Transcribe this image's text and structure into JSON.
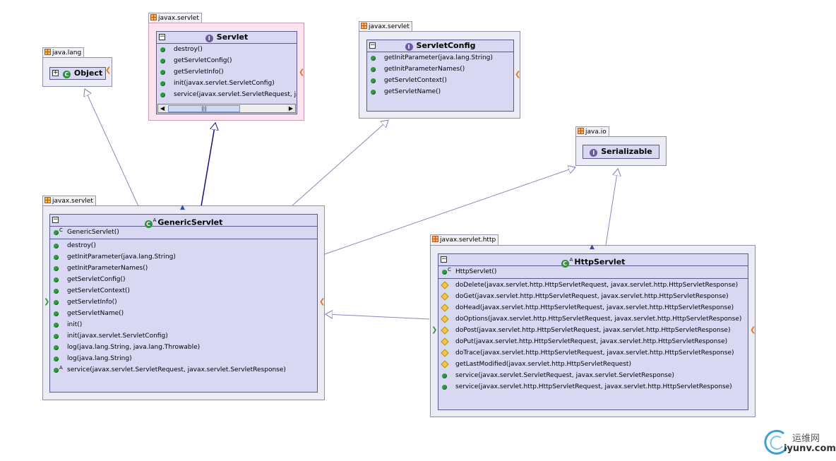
{
  "packages": {
    "java_lang": "java.lang",
    "servlet_top": "javax.servlet",
    "servletconfig": "javax.servlet",
    "java_io": "java.io",
    "genericservlet": "javax.servlet",
    "http": "javax.servlet.http"
  },
  "object": {
    "name": "Object"
  },
  "servlet": {
    "name": "Servlet",
    "members": [
      "destroy()",
      "getServletConfig()",
      "getServletInfo()",
      "init(javax.servlet.ServletConfig)",
      "service(javax.servlet.ServletRequest, javax.servlet.ServletResponse)"
    ],
    "scroll_thumb": "|||"
  },
  "servletconfig": {
    "name": "ServletConfig",
    "members": [
      "getInitParameter(java.lang.String)",
      "getInitParameterNames()",
      "getServletContext()",
      "getServletName()"
    ]
  },
  "serializable": {
    "name": "Serializable"
  },
  "genericservlet": {
    "name": "GenericServlet",
    "constructor": "GenericServlet()",
    "members": [
      "destroy()",
      "getInitParameter(java.lang.String)",
      "getInitParameterNames()",
      "getServletConfig()",
      "getServletContext()",
      "getServletInfo()",
      "getServletName()",
      "init()",
      "init(javax.servlet.ServletConfig)",
      "log(java.lang.String, java.lang.Throwable)",
      "log(java.lang.String)",
      "service(javax.servlet.ServletRequest, javax.servlet.ServletResponse)"
    ]
  },
  "httpservlet": {
    "name": "HttpServlet",
    "constructor": "HttpServlet()",
    "protected_members": [
      "doDelete(javax.servlet.http.HttpServletRequest, javax.servlet.http.HttpServletResponse)",
      "doGet(javax.servlet.http.HttpServletRequest, javax.servlet.http.HttpServletResponse)",
      "doHead(javax.servlet.http.HttpServletRequest, javax.servlet.http.HttpServletResponse)",
      "doOptions(javax.servlet.http.HttpServletRequest, javax.servlet.http.HttpServletResponse)",
      "doPost(javax.servlet.http.HttpServletRequest, javax.servlet.http.HttpServletResponse)",
      "doPut(javax.servlet.http.HttpServletRequest, javax.servlet.http.HttpServletResponse)",
      "doTrace(javax.servlet.http.HttpServletRequest, javax.servlet.http.HttpServletResponse)",
      "getLastModified(javax.servlet.http.HttpServletRequest)",
      "service(javax.servlet.ServletRequest, javax.servlet.ServletResponse)"
    ],
    "public_members": [
      "service(javax.servlet.http.HttpServletRequest, javax.servlet.http.HttpServletResponse)"
    ]
  },
  "watermark": {
    "cn": "运维网",
    "url": "iyunv.com"
  },
  "markers": {
    "class": "C",
    "interface": "I",
    "abstract": "A",
    "constructor": "C",
    "expand": "+",
    "collapse": "−"
  }
}
